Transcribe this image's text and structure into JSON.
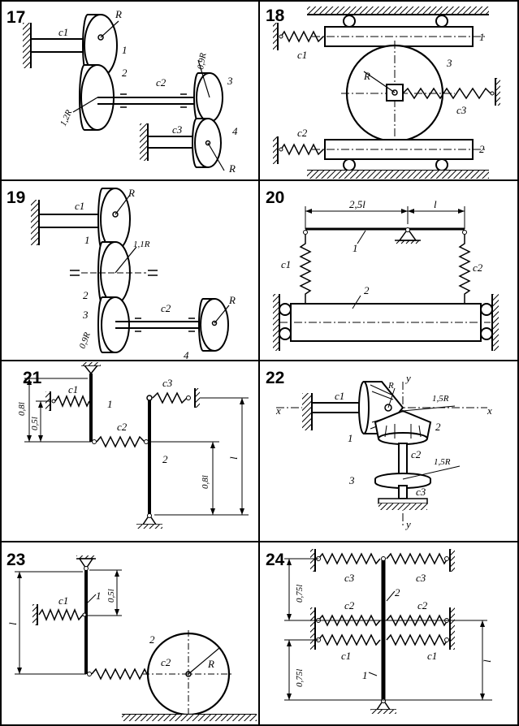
{
  "panels": [
    {
      "number": "17",
      "labels": [
        "c1",
        "R",
        "1",
        "2",
        "c2",
        "0,9R",
        "3",
        "1,2R",
        "c3",
        "4",
        "R"
      ]
    },
    {
      "number": "18",
      "labels": [
        "1",
        "c1",
        "3",
        "R",
        "c3",
        "c2",
        "2"
      ]
    },
    {
      "number": "19",
      "labels": [
        "c1",
        "R",
        "1",
        "1,1R",
        "2",
        "3",
        "c2",
        "R",
        "0,9R",
        "4"
      ]
    },
    {
      "number": "20",
      "labels": [
        "2,5l",
        "l",
        "1",
        "c1",
        "c2",
        "2"
      ]
    },
    {
      "number": "21",
      "labels": [
        "c3",
        "c1",
        "1",
        "0,8l",
        "0,5l",
        "c2",
        "2",
        "0,8l",
        "l"
      ]
    },
    {
      "number": "22",
      "labels": [
        "y",
        "R",
        "1,5R",
        "x",
        "x",
        "c1",
        "2",
        "1",
        "c2",
        "1,5R",
        "3",
        "c3",
        "y"
      ]
    },
    {
      "number": "23",
      "labels": [
        "0,5l",
        "c1",
        "1",
        "l",
        "2",
        "c2",
        "R"
      ]
    },
    {
      "number": "24",
      "labels": [
        "c3",
        "c3",
        "2",
        "0,75l",
        "c2",
        "c2",
        "c1",
        "c1",
        "0,75l",
        "1",
        "l"
      ]
    }
  ]
}
